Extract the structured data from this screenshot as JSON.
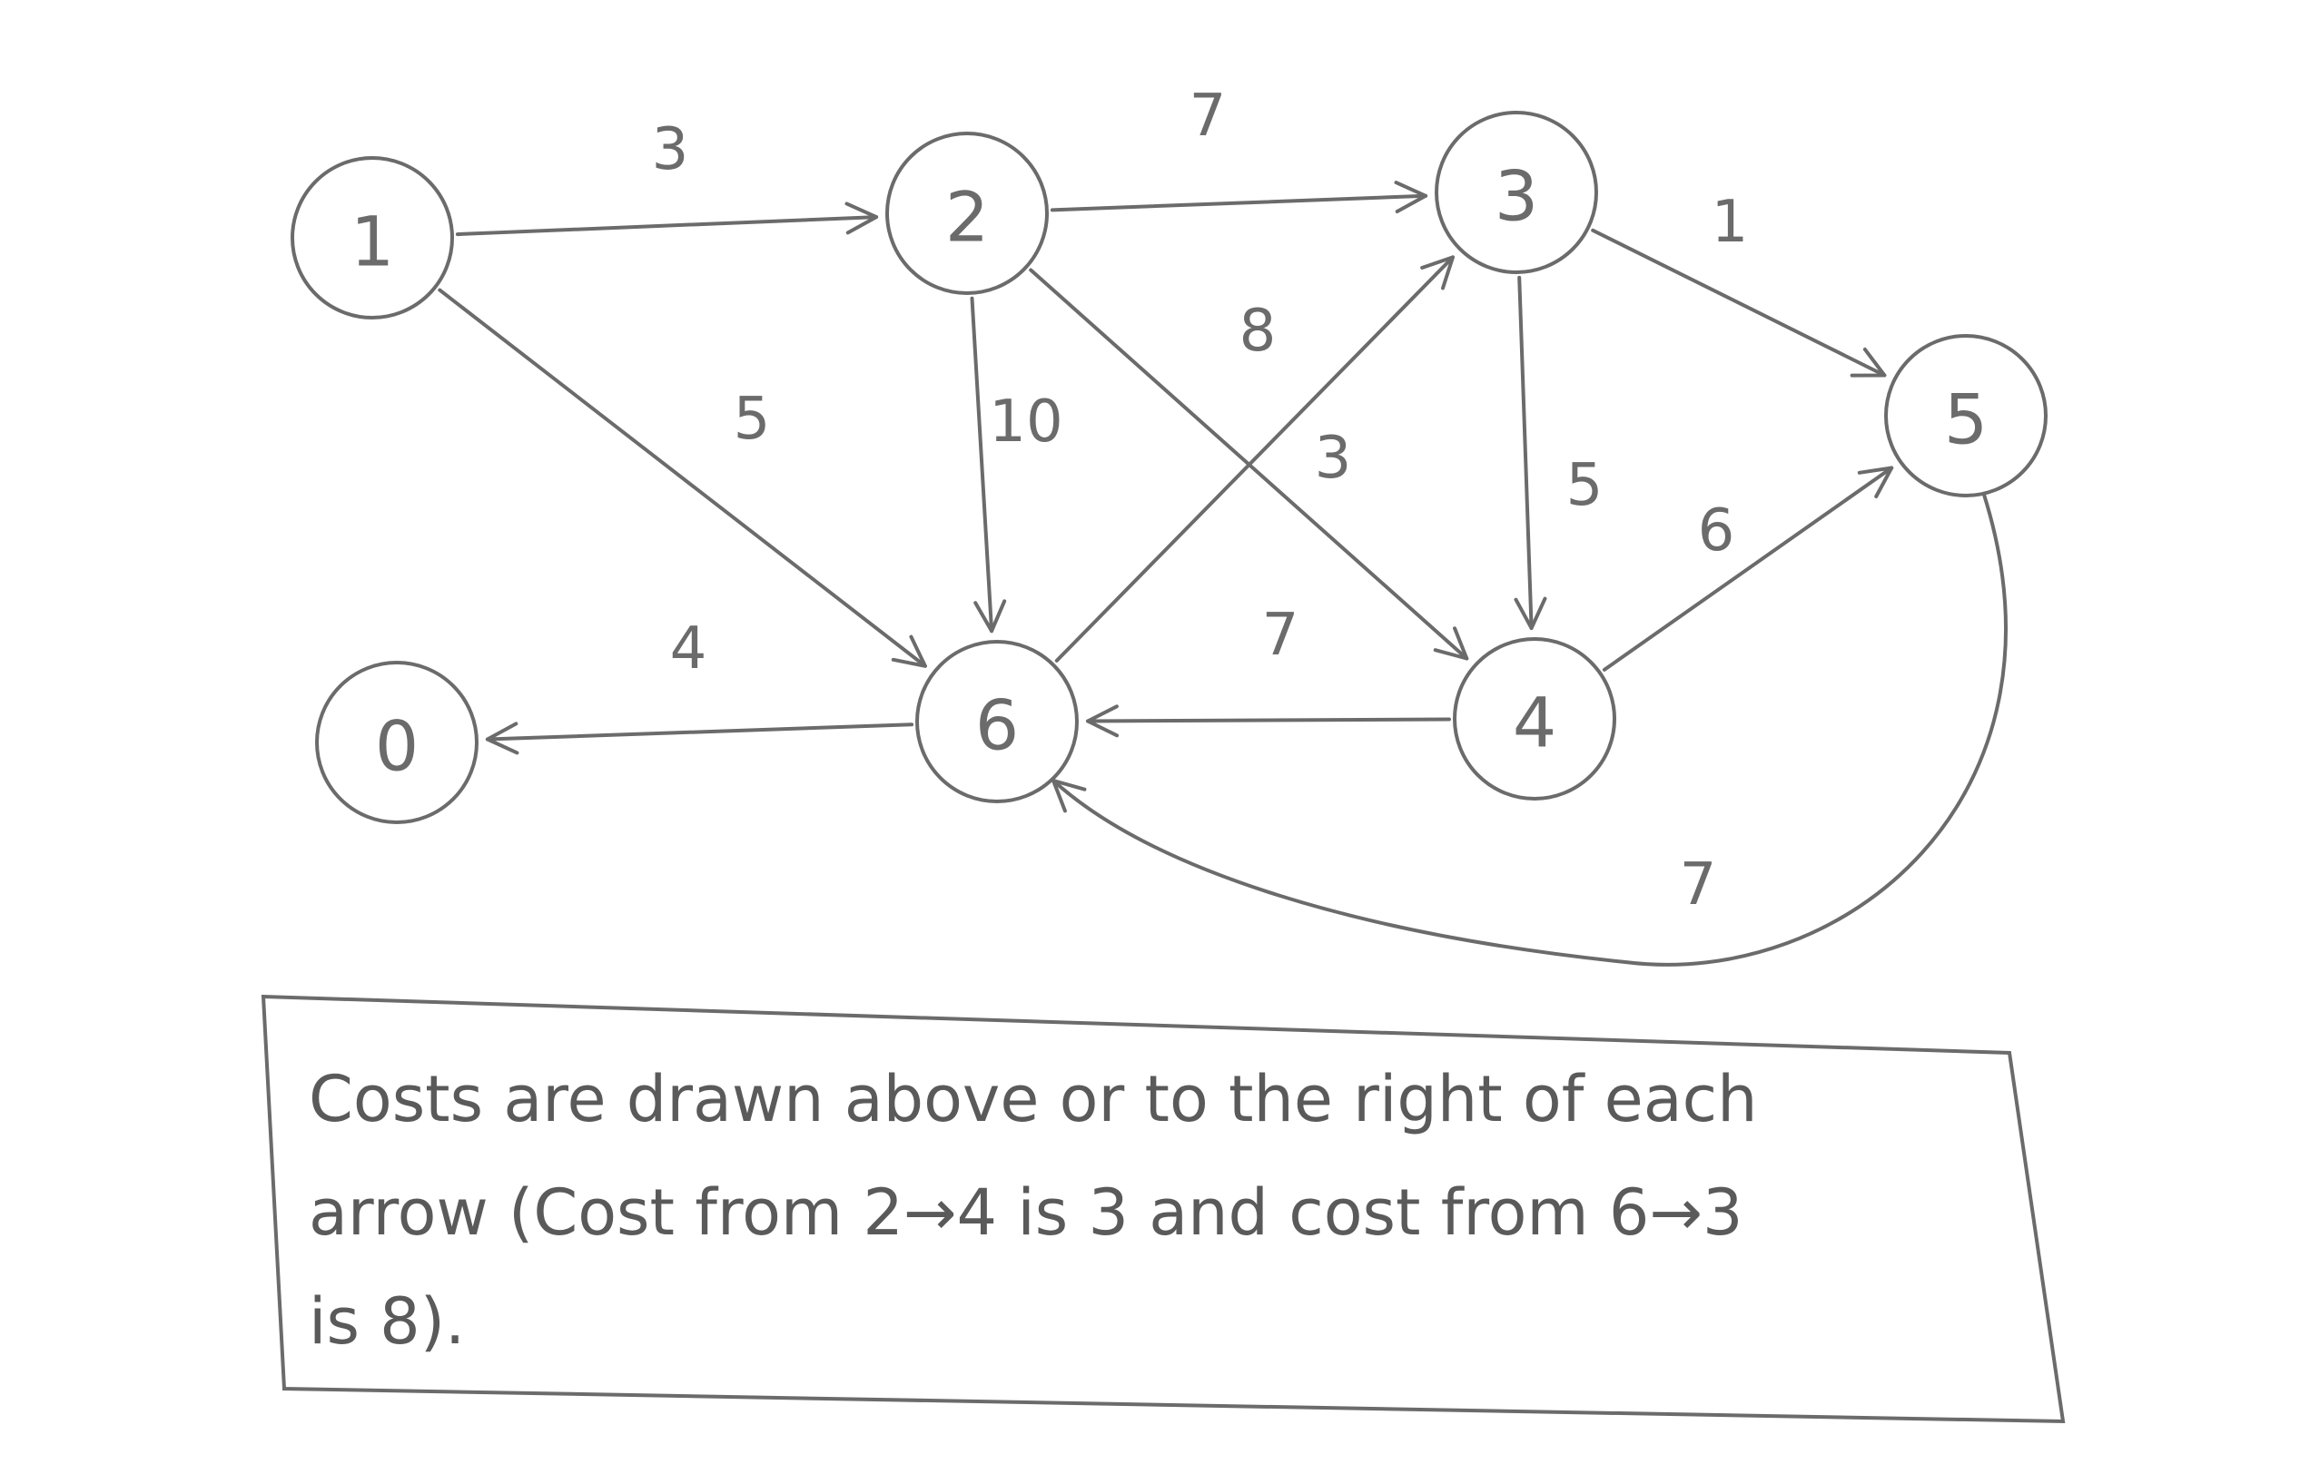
{
  "diagram": {
    "nodes": [
      {
        "id": "1",
        "label": "1"
      },
      {
        "id": "2",
        "label": "2"
      },
      {
        "id": "3",
        "label": "3"
      },
      {
        "id": "5",
        "label": "5"
      },
      {
        "id": "6",
        "label": "6"
      },
      {
        "id": "4",
        "label": "4"
      },
      {
        "id": "0",
        "label": "0"
      }
    ],
    "edges": [
      {
        "from": "1",
        "to": "2",
        "cost": "3"
      },
      {
        "from": "1",
        "to": "6",
        "cost": "5"
      },
      {
        "from": "2",
        "to": "3",
        "cost": "7"
      },
      {
        "from": "2",
        "to": "6",
        "cost": "10"
      },
      {
        "from": "2",
        "to": "4",
        "cost": "3"
      },
      {
        "from": "6",
        "to": "3",
        "cost": "8"
      },
      {
        "from": "3",
        "to": "5",
        "cost": "1"
      },
      {
        "from": "3",
        "to": "4",
        "cost": "5"
      },
      {
        "from": "4",
        "to": "5",
        "cost": "6"
      },
      {
        "from": "4",
        "to": "6",
        "cost": "7"
      },
      {
        "from": "6",
        "to": "0",
        "cost": "4"
      },
      {
        "from": "5",
        "to": "6",
        "cost": "7"
      }
    ]
  },
  "note": {
    "lines": [
      "Costs are drawn above or to the right of each",
      "arrow (Cost from 2→4 is 3 and cost from 6→3",
      "is 8)."
    ]
  },
  "colors": {
    "ink": "#6b6b6b",
    "paper": "#ffffff"
  }
}
